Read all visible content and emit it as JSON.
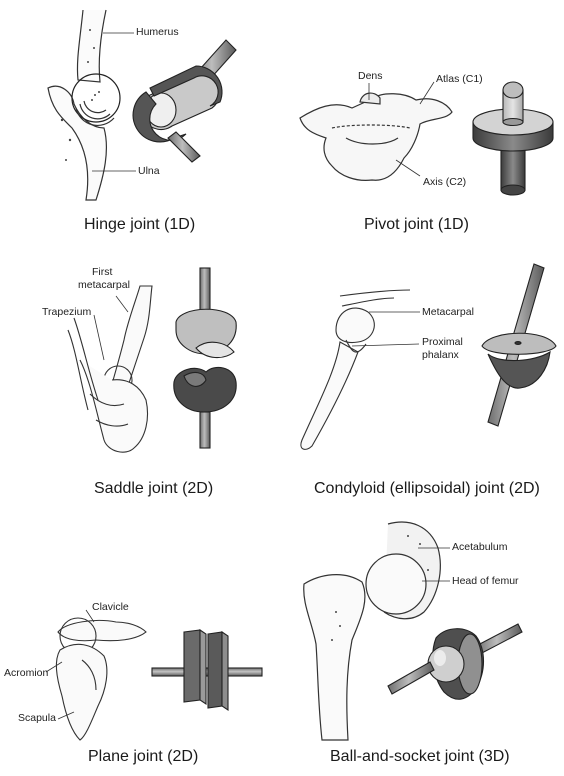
{
  "panels": {
    "hinge": {
      "caption": "Hinge joint (1D)",
      "labels": {
        "humerus": "Humerus",
        "ulna": "Ulna"
      }
    },
    "pivot": {
      "caption": "Pivot joint (1D)",
      "labels": {
        "dens": "Dens",
        "atlas": "Atlas (C1)",
        "axis": "Axis (C2)"
      }
    },
    "saddle": {
      "caption": "Saddle joint (2D)",
      "labels": {
        "first_metacarpal_line1": "First",
        "first_metacarpal_line2": "metacarpal",
        "trapezium": "Trapezium"
      }
    },
    "condyloid": {
      "caption": "Condyloid (ellipsoidal) joint (2D)",
      "labels": {
        "metacarpal": "Metacarpal",
        "proximal_phalanx_line1": "Proximal",
        "proximal_phalanx_line2": "phalanx"
      }
    },
    "plane": {
      "caption": "Plane joint (2D)",
      "labels": {
        "clavicle": "Clavicle",
        "acromion": "Acromion",
        "scapula": "Scapula"
      }
    },
    "ball_socket": {
      "caption": "Ball-and-socket joint (3D)",
      "labels": {
        "acetabulum": "Acetabulum",
        "head_of_femur": "Head of femur"
      }
    }
  }
}
